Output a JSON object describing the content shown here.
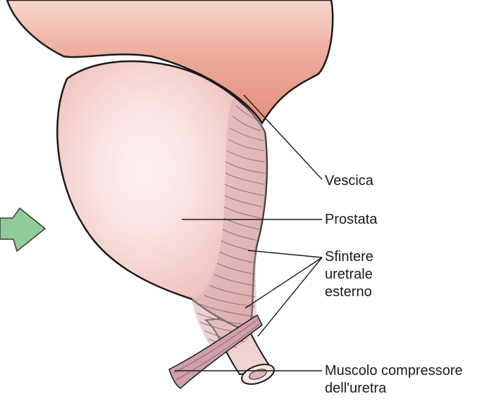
{
  "labels": {
    "vescica": "Vescica",
    "prostata": "Prostata",
    "sfintere": [
      "Sfintere",
      "uretrale",
      "esterno"
    ],
    "muscolo": [
      "Muscolo compressore",
      "dell'uretra"
    ]
  },
  "colors": {
    "bladder": "#eaa596",
    "prostate_light": "#fbeae8",
    "prostate_edge": "#e8b1ac",
    "muscle_fibers": "#c89aa2",
    "arrow": "#8fcc9a",
    "leader_lines": "#1a1a1a"
  },
  "icons": {
    "pointer_arrow": "green-arrow-icon"
  }
}
